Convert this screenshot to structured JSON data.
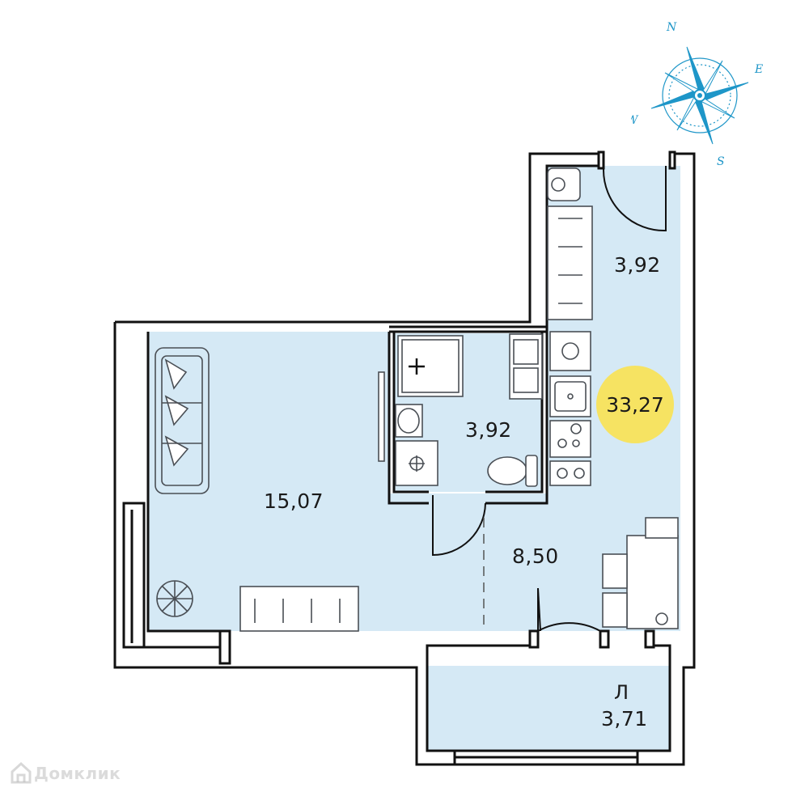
{
  "colors": {
    "room_fill": "#d5e9f5",
    "wall": "#111111",
    "compass": "#1e96c8",
    "total_badge": "#f6e362",
    "furniture_stroke": "#4a4f55"
  },
  "total_area": "33,27",
  "rooms": {
    "living_room": "15,07",
    "bathroom": "3,92",
    "hallway": "3,92",
    "kitchen": "8,50",
    "balcony_area": "3,71",
    "balcony_code": "Л"
  },
  "compass": {
    "north": "N",
    "east": "E",
    "south": "S",
    "west": "W"
  },
  "watermark": "Домклик"
}
